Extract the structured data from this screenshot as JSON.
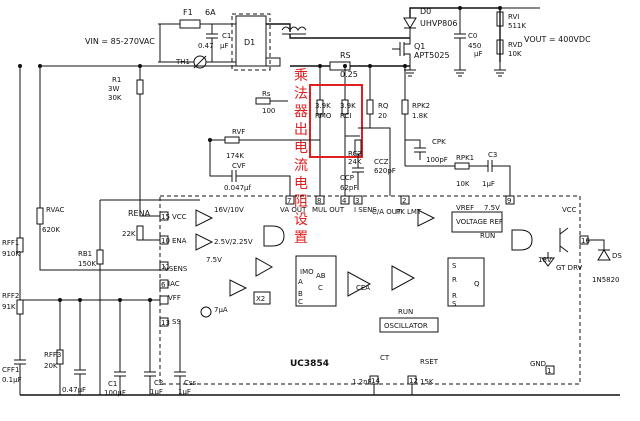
{
  "annotation": {
    "text": "乘法器出电流电阻设置",
    "color": "#e02020"
  },
  "labels": {
    "vin": "VIN = 85-270VAC",
    "vout": "VOUT = 400VDC",
    "chip": "UC3854",
    "f1": "F1",
    "f1_val": "6A",
    "c1": "C1",
    "c1_val": "0.47",
    "c1_unit": "μF",
    "th1": "TH1",
    "d1": "D1",
    "d0": "D0",
    "d0_part": "UHVP806",
    "q1": "Q1",
    "q1_part": "APT5025",
    "c0": "C0",
    "c0_val": "450",
    "c0_unit": "μF",
    "rvi": "RVI",
    "rvi_val": "511K",
    "rvd": "RVD",
    "rvd_val": "10K",
    "rs": "RS",
    "rs_val": "0.25",
    "r1": "R1",
    "r1_val": "3W",
    "r1_val2": "30K",
    "rs8": "Rs",
    "rs8_val": "100",
    "rmo_val": "3.9K",
    "rmo": "RMO",
    "rci_val": "3.9K",
    "rci": "RCI",
    "rq": "RQ",
    "rq_val": "20",
    "rpk2": "RPK2",
    "rpk2_val": "1.8K",
    "rvf": "RVF",
    "rvf_val": "174K",
    "cvf": "CVF",
    "cvf_val": "0.047μf",
    "rcz": "RCZ",
    "rcz_val": "24K",
    "ccz": "CCZ",
    "ccz_val": "620pF",
    "ccp": "CCP",
    "ccp_val": "62pF",
    "cpk": "CPK",
    "cpk_val": "100pF",
    "rpk1": "RPK1",
    "rpk1_val": "10K",
    "c3": "C3",
    "c3_val": "1μF",
    "rena": "RENA",
    "rena_val": "22K",
    "rvac": "RVAC",
    "rvac_val": "620K",
    "rb1": "RB1",
    "rb1_val": "150K",
    "rff1": "RFF1",
    "rff1_val": "910K",
    "rff2": "RFF2",
    "rff2_val": "91K",
    "rff3": "RFF3",
    "rff3_val": "20K",
    "cff1": "CFF1",
    "cff1_val": "0.1μF",
    "cff2_val": "0.47μF",
    "c1b": "C1",
    "c1b_val": "100μF",
    "c2": "C2",
    "c2_val": "1μF",
    "css": "Css",
    "css_val": "1μF",
    "ct": "CT",
    "ct_val": "1.2nF",
    "rset": "RSET",
    "rset_val": "15K",
    "gnd": "GND",
    "pin_vcc": "VCC",
    "pin_ena": "ENA",
    "pin_vsens": "VSENS",
    "pin_iac": "IAC",
    "pin_vff": "VFF",
    "pin_ss": "SS",
    "pin_vaout": "VA OUT",
    "pin_mulout": "MUL OUT",
    "pin_isens": "I SENS",
    "pin_caout": "C/A OUT",
    "pin_pklmt": "PK LMT",
    "pin_vref": "VREF",
    "vref_val": "7.5V",
    "ref_box": "VOLTAGE REF",
    "run1": "RUN",
    "run2": "RUN",
    "uvlo": "16V/10V",
    "ena_thr": "2.5V/2.25V",
    "v75": "7.5V",
    "imo": "IMO",
    "mul_a": "A",
    "mul_b": "B",
    "mul_c": "C",
    "mul_ab": "AB",
    "mul_c2": "C",
    "cea": "CEA",
    "x2": "X2",
    "src7ua": "7μA",
    "osc": "OSCILLATOR",
    "ff_s": "S",
    "ff_r": "R",
    "ff_q": "Q",
    "ff_r2": "R",
    "ff_s2": "S",
    "v18": "18V",
    "gt_drv": "GT DRV",
    "vcc2": "VCC",
    "ds": "DS",
    "ds_part": "1N5820",
    "pin_1": "1",
    "pin_2": "2",
    "pin_3": "3",
    "pin_4": "4",
    "pin_5": "5",
    "pin_6": "6",
    "pin_7": "7",
    "pin_8": "8",
    "pin_9": "9",
    "pin_10": "10",
    "pin_11": "11",
    "pin_12": "12",
    "pin_13": "13",
    "pin_14": "14",
    "pin_15": "15",
    "pin_16": "16"
  }
}
